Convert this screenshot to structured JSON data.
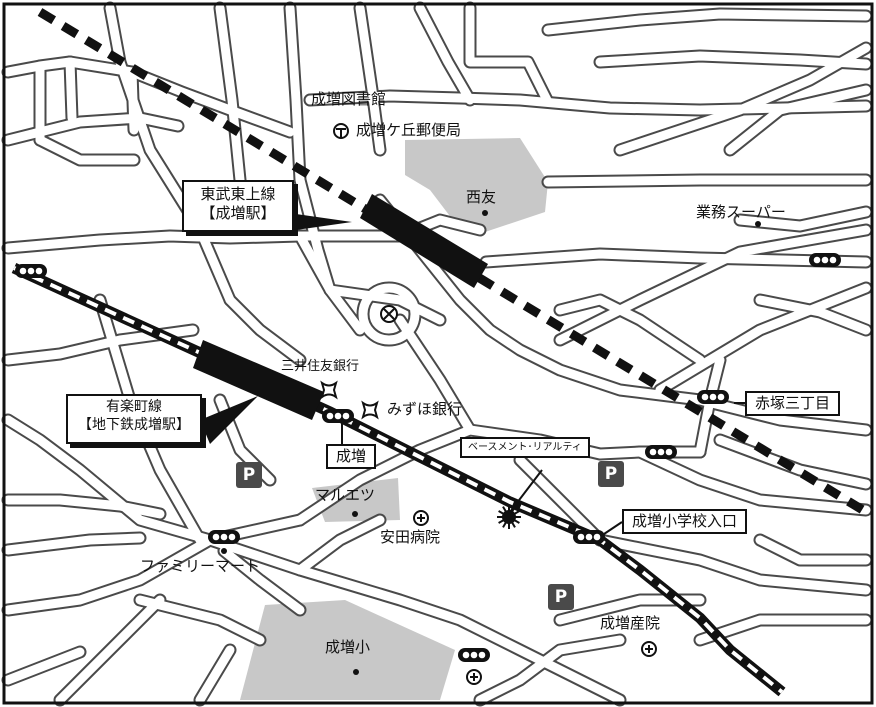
{
  "stations": {
    "tobu": {
      "line": "東武東上線",
      "station": "【成増駅】"
    },
    "yurakucho": {
      "line": "有楽町線",
      "station": "【地下鉄成増駅】"
    }
  },
  "places": {
    "library": "成増図書館",
    "post_office": "成増ケ丘郵便局",
    "nishitomo": "西友",
    "gyomu_super": "業務スーパー",
    "smbc": "三井住友銀行",
    "mizuho": "みずほ銀行",
    "maruetsu": "マルエツ",
    "yasuda_hospital": "安田病院",
    "familymart": "ファミリーマート",
    "narimasu_elementary": "成増小",
    "narimasu_maternity": "成増産院"
  },
  "signals": {
    "akatsuka": "赤塚三丁目",
    "narimasu": "成増",
    "school_entrance": "成増小学校入口"
  },
  "destination": "ベースメント･リアルティ",
  "parking_label": "P",
  "icons": [
    "post-office-icon",
    "police-box-icon",
    "bank-icon",
    "hospital-icon",
    "traffic-signal-icon",
    "destination-star-icon",
    "parking-icon"
  ],
  "colors": {
    "road_fill": "#ffffff",
    "road_edge": "#4a4a4a",
    "block": "#c8c8c8",
    "rail": "#111111",
    "parking": "#4a4a4a"
  }
}
